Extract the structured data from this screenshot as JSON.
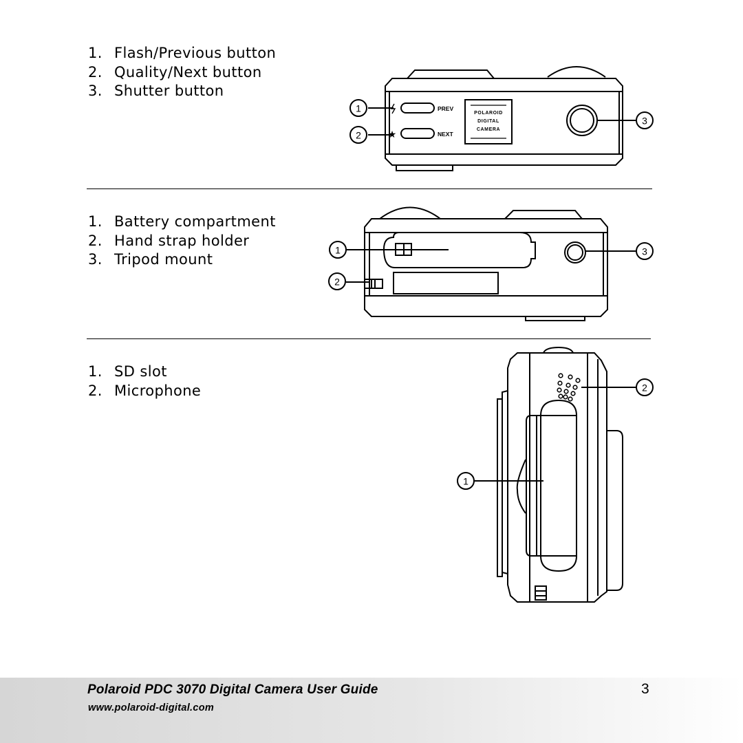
{
  "top_view": {
    "items": [
      {
        "num": "1.",
        "label": "Flash/Previous button"
      },
      {
        "num": "2.",
        "label": "Quality/Next button"
      },
      {
        "num": "3.",
        "label": "Shutter button"
      }
    ],
    "callouts": [
      "1",
      "2",
      "3"
    ],
    "button_labels": {
      "prev": "PREV",
      "next": "NEXT"
    },
    "badge": {
      "line1": "POLAROID",
      "line2": "DIGITAL",
      "line3": "CAMERA"
    }
  },
  "bottom_view": {
    "items": [
      {
        "num": "1.",
        "label": "Battery compartment"
      },
      {
        "num": "2.",
        "label": "Hand strap holder"
      },
      {
        "num": "3.",
        "label": "Tripod mount"
      }
    ],
    "callouts": [
      "1",
      "2",
      "3"
    ]
  },
  "side_view": {
    "items": [
      {
        "num": "1.",
        "label": "SD slot"
      },
      {
        "num": "2.",
        "label": "Microphone"
      }
    ],
    "callouts": [
      "1",
      "2"
    ]
  },
  "footer": {
    "title": "Polaroid PDC 3070 Digital Camera User Guide",
    "url": "www.polaroid-digital.com",
    "page_number": "3"
  }
}
